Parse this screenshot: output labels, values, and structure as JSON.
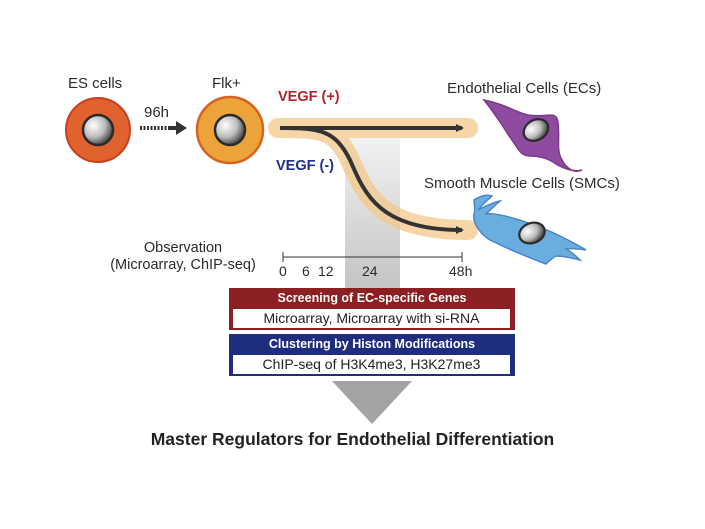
{
  "diagram": {
    "cells": {
      "es": {
        "label": "ES cells",
        "color": "#e0622e",
        "border": "#c8401e"
      },
      "flk": {
        "label": "Flk+",
        "color": "#eba33a",
        "border": "#d8621f"
      },
      "ec": {
        "label": "Endothelial Cells (ECs)",
        "color": "#8e4ba0"
      },
      "smc": {
        "label": "Smooth Muscle Cells (SMCs)",
        "color": "#6aaee0"
      }
    },
    "transition": {
      "label": "96h"
    },
    "branches": {
      "vegf_plus": {
        "label": "VEGF (+)",
        "color": "#b2232a"
      },
      "vegf_minus": {
        "label": "VEGF (-)",
        "color": "#1f2e8a"
      }
    },
    "observation": {
      "line1": "Observation",
      "line2": "(Microarray, ChIP-seq)",
      "timeline_ticks": [
        "0",
        "6",
        "12",
        "24",
        "48h"
      ]
    },
    "steps": [
      {
        "title": "Screening of EC-specific Genes",
        "detail": "Microarray, Microarray with si-RNA",
        "color": "#8c1f22"
      },
      {
        "title": "Clustering by Histon Modifications",
        "detail": "ChIP-seq of H3K4me3, H3K27me3",
        "color": "#1f2d7f"
      }
    ],
    "result": "Master Regulators for Endothelial Differentiation",
    "colors": {
      "pathway_band": "#f4c98a",
      "arrow_dark": "#333333",
      "column_gray": "#c8c8c8",
      "result_arrow": "#a3a3a3"
    }
  }
}
